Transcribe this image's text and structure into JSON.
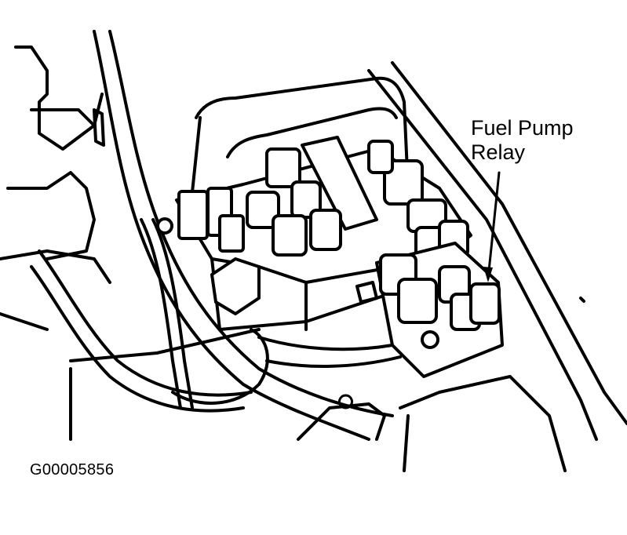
{
  "figure": {
    "subject": "engine compartment fuse/relay box line drawing",
    "callouts": [
      {
        "label_line1": "Fuel Pump",
        "label_line2": "Relay",
        "target": "fuel pump relay"
      }
    ],
    "caption": "G00005856"
  }
}
